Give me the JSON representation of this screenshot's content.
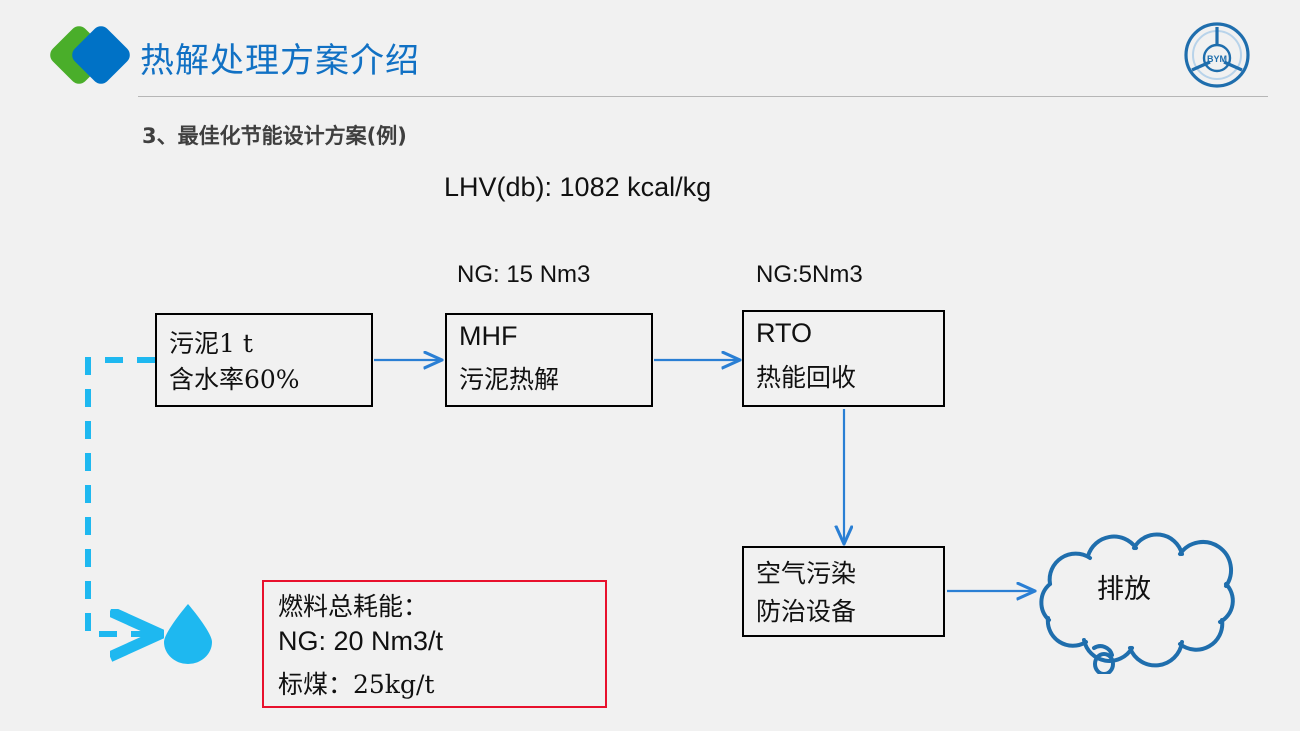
{
  "header": {
    "title": "热解处理方案介绍",
    "logo_icon": "green-blue-diamond-logo",
    "corner_logo_icon": "bym-circular-emblem",
    "corner_logo_text": "BYM"
  },
  "subtitle": "3、最佳化节能设计方案(例)",
  "labels": {
    "lhv": "LHV(db): 1082 kcal/kg",
    "ng_mhf": "NG: 15 Nm3",
    "ng_rto": "NG:5Nm3"
  },
  "diagram": {
    "boxes": [
      {
        "id": "sludge",
        "line1": "污泥1 t",
        "line2": "含水率60%"
      },
      {
        "id": "mhf",
        "line1": "MHF",
        "line2": "污泥热解"
      },
      {
        "id": "rto",
        "line1": "RTO",
        "line2": "热能回收"
      },
      {
        "id": "apc",
        "line1": "空气污染",
        "line2": "防治设备"
      }
    ],
    "cloud": {
      "label": "排放",
      "icon": "cloud-shape"
    },
    "water_drop": {
      "icon": "water-drop-icon"
    },
    "fuel_box": {
      "line1": "燃料总耗能：",
      "line2": "NG: 20 Nm3/t",
      "line3": "标煤：25kg/t"
    }
  },
  "colors": {
    "background": "#f1f1f1",
    "title_blue": "#1171c4",
    "logo_green": "#4aae2a",
    "logo_blue": "#0072c6",
    "arrow_blue": "#2a7fd4",
    "dashed_cyan": "#1eb8f0",
    "red_border": "#e8112d",
    "cloud_outline": "#1f6ead"
  }
}
